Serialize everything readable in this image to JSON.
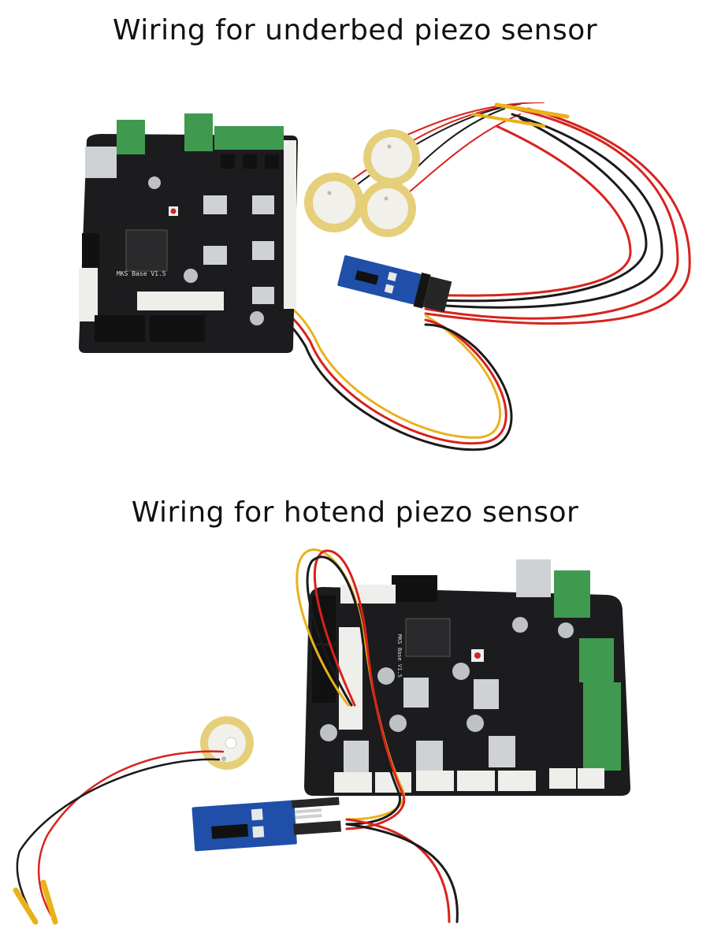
{
  "section1": {
    "title": "Wiring for underbed piezo sensor",
    "board_label": "MKS Base V1.5",
    "piezo_disc_count": 3,
    "components": [
      "mainboard",
      "piezo-amplifier-module",
      "piezo-discs",
      "3-wire-cable"
    ]
  },
  "section2": {
    "title": "Wiring for hotend piezo sensor",
    "board_label": "MKS Base V1.5",
    "piezo_disc_count": 1,
    "components": [
      "mainboard",
      "piezo-amplifier-module",
      "piezo-disc",
      "3-wire-cable"
    ]
  },
  "colors": {
    "pcb_black": "#1c1c1e",
    "terminal_green": "#3f9a4f",
    "module_blue": "#1f4fa8",
    "piezo_brass": "#e6cf7a",
    "piezo_ceramic": "#f2f0ea",
    "wire_red": "#d8231d",
    "wire_black": "#1a1a1a",
    "wire_yellow": "#e9b21a",
    "connector_white": "#eeeeea",
    "heatsink_silver": "#cfd2d4"
  }
}
